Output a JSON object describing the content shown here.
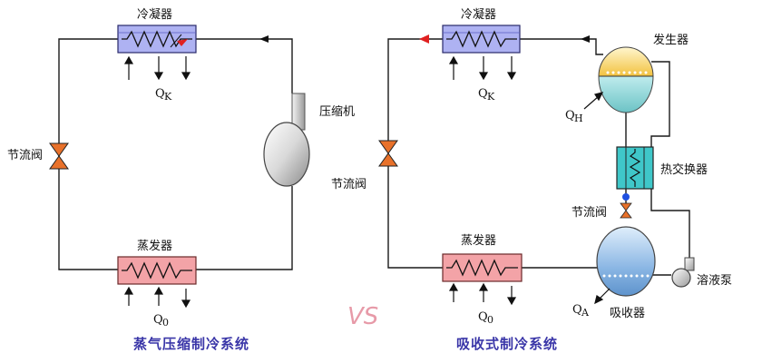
{
  "left_system": {
    "condenser_label": "冷凝器",
    "evaporator_label": "蒸发器",
    "compressor_label": "压缩机",
    "throttle_label": "节流阀",
    "qk": "Q",
    "qk_sub": "K",
    "q0": "Q",
    "q0_sub": "0",
    "caption": "蒸气压缩制冷系统"
  },
  "vs_label": "VS",
  "right_system": {
    "condenser_label": "冷凝器",
    "generator_label": "发生器",
    "heat_exchanger_label": "热交换器",
    "throttle_label_left": "节流阀",
    "throttle_label_right": "节流阀",
    "evaporator_label": "蒸发器",
    "absorber_label": "吸收器",
    "pump_label": "溶液泵",
    "qk": "Q",
    "qk_sub": "K",
    "qh": "Q",
    "qh_sub": "H",
    "q0": "Q",
    "q0_sub": "0",
    "qa": "Q",
    "qa_sub": "A",
    "caption": "吸收式制冷系统"
  },
  "colors": {
    "condenser_fill": "#aeb2f2",
    "evaporator_fill": "#f3a3a7",
    "heat_exchanger_fill": "#3fc7c9",
    "generator_top": "#f3c84a",
    "generator_bottom": "#8fd6d8",
    "absorber_fill": "#8ab6e4",
    "arrow_red": "#e02020",
    "valve_orange": "#e8712a",
    "caption": "#3a36a8",
    "vs": "#e79aa8"
  }
}
